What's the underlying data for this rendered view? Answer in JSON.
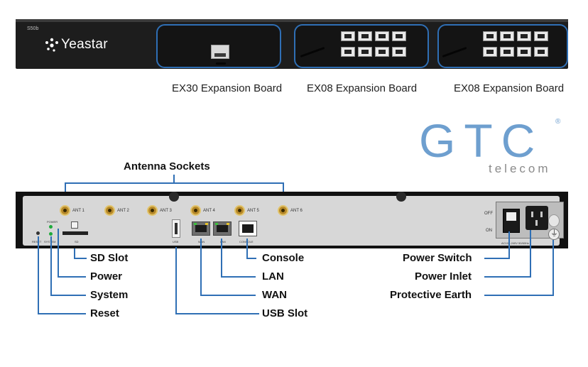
{
  "colors": {
    "accent": "#2f6fb5",
    "logo": "#6e9fcf",
    "chassis": "#1d1d1d",
    "panel": "#d7d7d7"
  },
  "front": {
    "model": "S50b",
    "brand": "Yeastar",
    "boards": [
      {
        "label": "EX30 Expansion Board"
      },
      {
        "label": "EX08 Expansion Board"
      },
      {
        "label": "EX08 Expansion Board"
      }
    ]
  },
  "logo": {
    "name": "GTC",
    "sub": "telecom",
    "reg": "®"
  },
  "back": {
    "antennas": [
      "ANT 1",
      "ANT 2",
      "ANT 3",
      "ANT 4",
      "ANT 5",
      "ANT 6"
    ],
    "small_labels": {
      "power": "POWER",
      "system": "SYSTEM",
      "reset": "RESET",
      "sd": "SD",
      "usb": "USB",
      "wan": "WAN",
      "lan": "LAN",
      "console": "CONSOLE",
      "off": "OFF",
      "on": "ON",
      "rating": "AC100-240V 50/60Hz"
    }
  },
  "callouts": {
    "antenna": "Antenna Sockets",
    "sd_slot": "SD Slot",
    "power": "Power",
    "system": "System",
    "reset": "Reset",
    "console": "Console",
    "lan": "LAN",
    "wan": "WAN",
    "usb_slot": "USB Slot",
    "power_switch": "Power Switch",
    "power_inlet": "Power Inlet",
    "protective_earth": "Protective Earth"
  }
}
